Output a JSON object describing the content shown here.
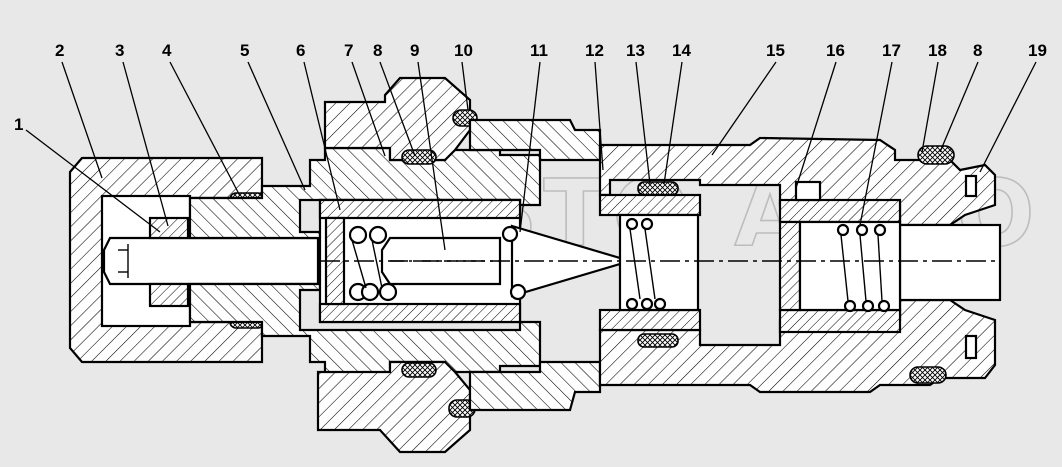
{
  "diagram": {
    "callouts": [
      {
        "label": "1"
      },
      {
        "label": "2"
      },
      {
        "label": "3"
      },
      {
        "label": "4"
      },
      {
        "label": "5"
      },
      {
        "label": "6"
      },
      {
        "label": "7"
      },
      {
        "label": "8"
      },
      {
        "label": "9"
      },
      {
        "label": "10"
      },
      {
        "label": "11"
      },
      {
        "label": "12"
      },
      {
        "label": "13"
      },
      {
        "label": "14"
      },
      {
        "label": "15"
      },
      {
        "label": "16"
      },
      {
        "label": "17"
      },
      {
        "label": "18"
      },
      {
        "label": "8"
      },
      {
        "label": "19"
      }
    ],
    "watermark": "ABTO ABTO"
  },
  "colors": {
    "background": "#e8e8e8",
    "part_fill": "#ffffff",
    "line": "#000000",
    "watermark": "#9a9a9a"
  }
}
